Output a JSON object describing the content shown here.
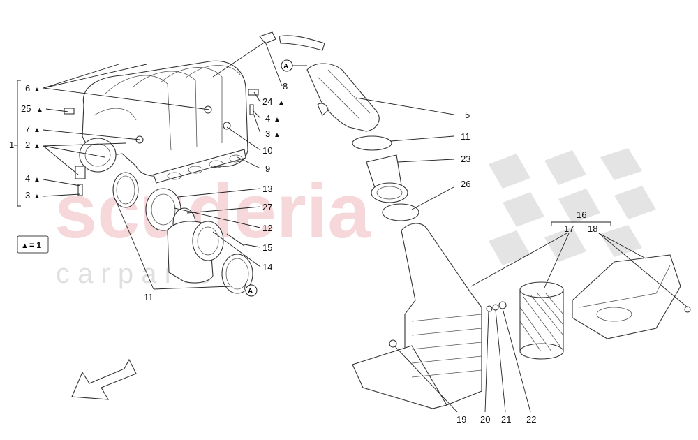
{
  "watermark": {
    "brand": "scuderia",
    "sub": "c a r p a r t s"
  },
  "legend": {
    "text": "= 1",
    "symbol": "▲"
  },
  "marker_A": "A",
  "labels": {
    "l1": "1",
    "l2": "2",
    "l3a": "3",
    "l3b": "3",
    "l4a": "4",
    "l4b": "4",
    "l5": "5",
    "l6": "6",
    "l7": "7",
    "l8": "8",
    "l9": "9",
    "l10": "10",
    "l11a": "11",
    "l11b": "11",
    "l12": "12",
    "l13": "13",
    "l14": "14",
    "l15": "15",
    "l16": "16",
    "l17": "17",
    "l18": "18",
    "l19": "19",
    "l20": "20",
    "l21": "21",
    "l22": "22",
    "l23": "23",
    "l24": "24",
    "l25": "25",
    "l26": "26",
    "l27": "27"
  },
  "triangle": "▲"
}
